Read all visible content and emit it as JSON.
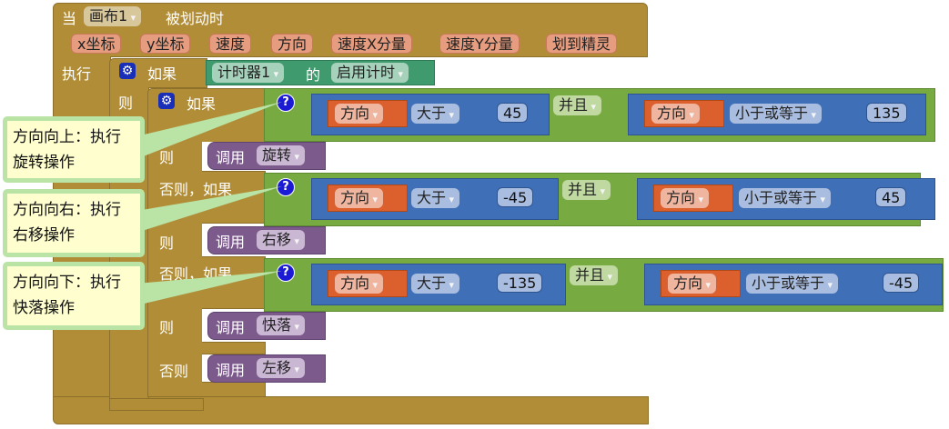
{
  "event": {
    "when": "当",
    "component": "画布1",
    "event_name": "被划动时",
    "do": "执行",
    "params": [
      "x坐标",
      "y坐标",
      "速度",
      "方向",
      "速度X分量",
      "速度Y分量",
      "划到精灵"
    ]
  },
  "outer_if": {
    "if": "如果",
    "then": "则",
    "timer": "计时器1",
    "of": "的",
    "property": "启用计时"
  },
  "inner_if": {
    "if": "如果",
    "then": "则",
    "else_if": "否则，如果",
    "else": "否则",
    "question": "?"
  },
  "conditions": [
    {
      "left_var": "方向",
      "op1": "大于",
      "v1": "45",
      "and": "并且",
      "right_var": "方向",
      "op2": "小于或等于",
      "v2": "135"
    },
    {
      "left_var": "方向",
      "op1": "大于",
      "v1": "-45",
      "and": "并且",
      "right_var": "方向",
      "op2": "小于或等于",
      "v2": "45"
    },
    {
      "left_var": "方向",
      "op1": "大于",
      "v1": "-135",
      "and": "并且",
      "right_var": "方向",
      "op2": "小于或等于",
      "v2": "-45"
    }
  ],
  "calls": {
    "call": "调用",
    "items": [
      "旋转",
      "右移",
      "快落",
      "左移"
    ]
  },
  "comments": [
    "方向向上：执行旋转操作",
    "方向向右：执行右移操作",
    "方向向下：执行快落操作"
  ]
}
